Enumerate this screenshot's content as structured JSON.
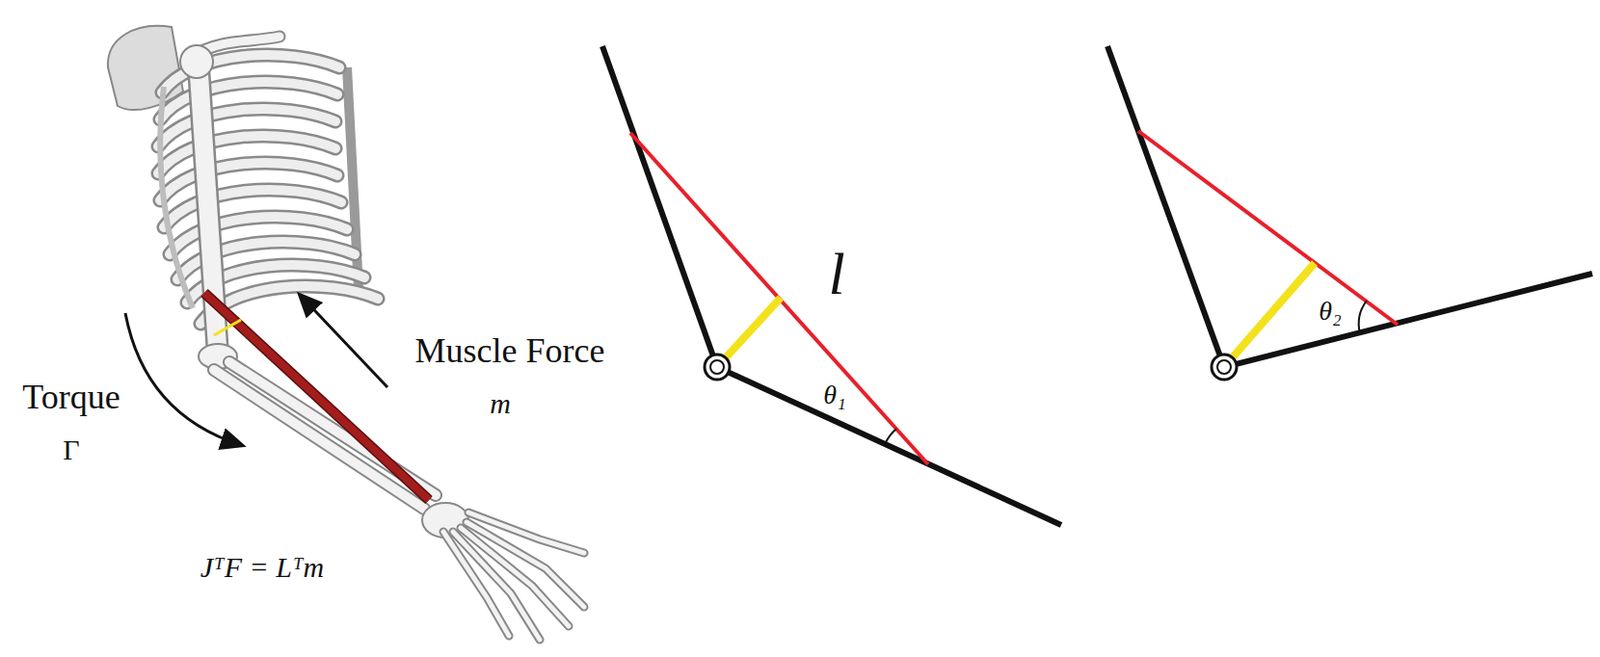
{
  "diagram": {
    "labels": [
      "Torque",
      "Γ",
      "Muscle Force",
      "m",
      "JᵀF = Lᵀm",
      "l",
      "θ₁",
      "θ₂"
    ]
  }
}
